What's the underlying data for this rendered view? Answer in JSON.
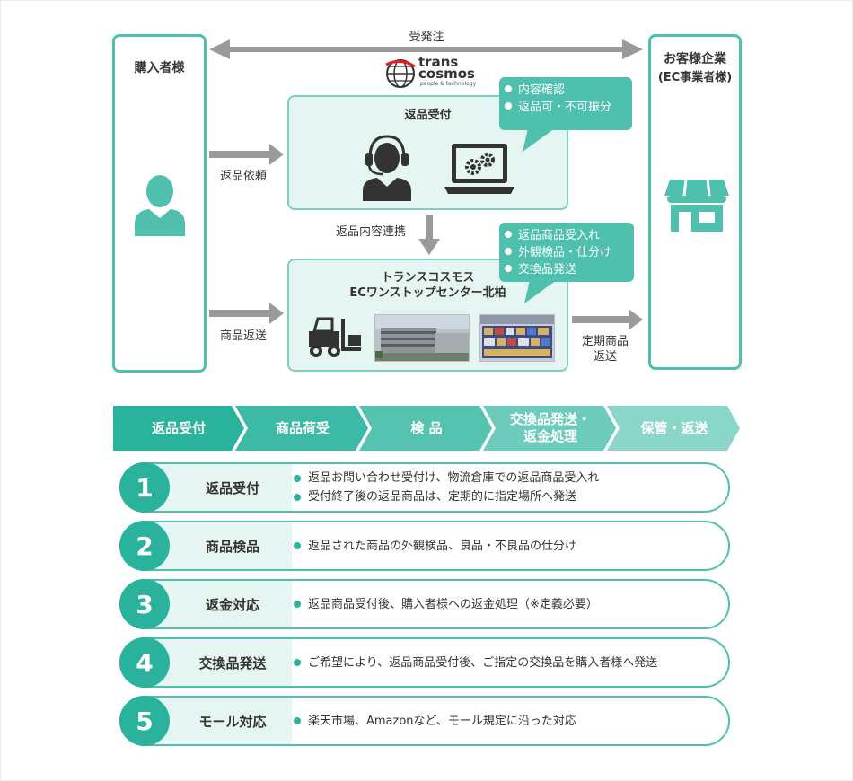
{
  "diagram": {
    "top_arrow_label": "受発注",
    "buyer": {
      "title": "購入者様"
    },
    "client": {
      "title": "お客様企業",
      "subtitle": "(EC事業者様)"
    },
    "logo": {
      "line1": "trans",
      "line2": "cosmos",
      "tagline": "people & technology"
    },
    "return_reception": {
      "title": "返品受付",
      "bubble": [
        "内容確認",
        "返品可・不可振分"
      ]
    },
    "warehouse": {
      "title_line1": "トランスコスモス",
      "title_line2": "ECワンストップセンター北柏",
      "bubble": [
        "返品商品受入れ",
        "外観検品・仕分け",
        "交換品発送"
      ]
    },
    "labels": {
      "return_request": "返品依頼",
      "return_content_link": "返品内容連携",
      "product_return": "商品返送",
      "periodic_return_line1": "定期商品",
      "periodic_return_line2": "返送"
    }
  },
  "flow": {
    "steps": [
      {
        "line1": "返品受付",
        "line2": ""
      },
      {
        "line1": "商品荷受",
        "line2": ""
      },
      {
        "line1": "検 品",
        "line2": ""
      },
      {
        "line1": "交換品発送・",
        "line2": "返金処理"
      },
      {
        "line1": "保管・返送",
        "line2": ""
      }
    ],
    "colors": [
      "#2ab39c",
      "#3dbaa5",
      "#55c3b0",
      "#6ccbbb",
      "#8ad6c9"
    ]
  },
  "process": [
    {
      "num": "1",
      "label": "返品受付",
      "items": [
        "返品お問い合わせ受付け、物流倉庫での返品商品受入れ",
        "受付終了後の返品商品は、定期的に指定場所へ発送"
      ]
    },
    {
      "num": "2",
      "label": "商品検品",
      "items": [
        "返品された商品の外観検品、良品・不良品の仕分け"
      ]
    },
    {
      "num": "3",
      "label": "返金対応",
      "items": [
        "返品商品受付後、購入者様への返金処理（※定義必要）"
      ]
    },
    {
      "num": "4",
      "label": "交換品発送",
      "items": [
        "ご希望により、返品商品受付後、ご指定の交換品を購入者様へ発送"
      ]
    },
    {
      "num": "5",
      "label": "モール対応",
      "items": [
        "楽天市場、Amazonなど、モール規定に沿った対応"
      ]
    }
  ],
  "icons": {
    "buyer": "person-icon",
    "client": "store-icon",
    "operator": "headset-operator-icon",
    "laptop": "laptop-gears-icon",
    "forklift": "forklift-icon",
    "logo": "globe-logo-icon"
  },
  "colors": {
    "accent": "#4fc0ae",
    "accent_dark": "#2ab39c",
    "panel": "#e4f5f2",
    "arrow": "#9a9a9a"
  }
}
